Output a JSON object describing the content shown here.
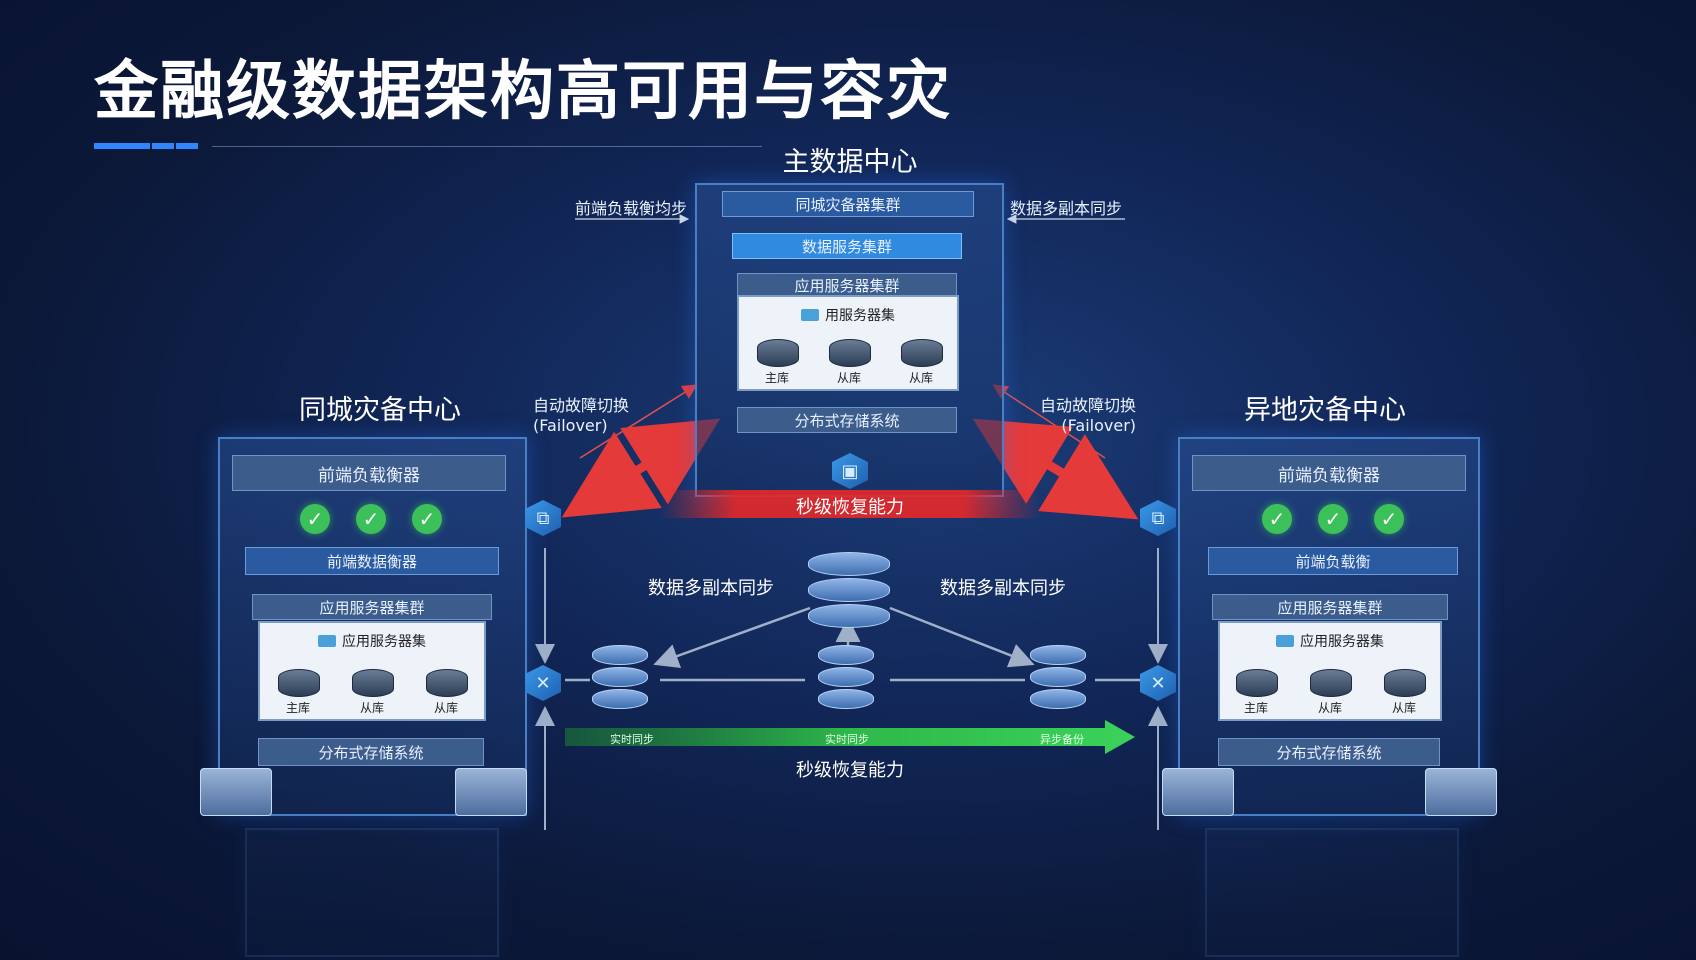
{
  "title": "金融级数据架构高可用与容灾",
  "main_dc": {
    "title": "主数据中心",
    "top_bar": "同城灾备器集群",
    "data_bar": "数据服务集群",
    "app_bar": "应用服务器集群",
    "inner_title": "用服务器集",
    "dbs": [
      "主库",
      "从库",
      "从库"
    ],
    "storage": "分布式存储系统",
    "recovery": "秒级恢复能力"
  },
  "left_top_label": "前端负载衡均步",
  "right_top_label": "数据多副本同步",
  "failover_left": {
    "line1": "自动故障切换",
    "line2": "(Failover)"
  },
  "failover_right": {
    "line1": "自动故障切换",
    "line2": "(Failover)"
  },
  "local_dc": {
    "title": "同城灾备中心",
    "lb": "前端负载衡器",
    "head": "前端数据衡器",
    "app_bar": "应用服务器集群",
    "inner_title": "应用服务器集",
    "dbs": [
      "主库",
      "从库",
      "从库"
    ],
    "storage": "分布式存储系统"
  },
  "remote_dc": {
    "title": "异地灾备中心",
    "lb": "前端负载衡器",
    "head": "前端负载衡",
    "app_bar": "应用服务器集群",
    "inner_title": "应用服务器集",
    "dbs": [
      "主库",
      "从库",
      "从库"
    ],
    "storage": "分布式存储系统"
  },
  "sync_left": "数据多副本同步",
  "sync_right": "数据多副本同步",
  "green_bar": {
    "left": "实时同步",
    "mid": "实时同步",
    "right": "异步备份"
  },
  "bottom_caption": "秒级恢复能力",
  "colors": {
    "accent_blue": "#2f86ff",
    "failover_red": "#e53a3a",
    "sync_green": "#2eb84a",
    "check_green": "#3cc05a"
  }
}
